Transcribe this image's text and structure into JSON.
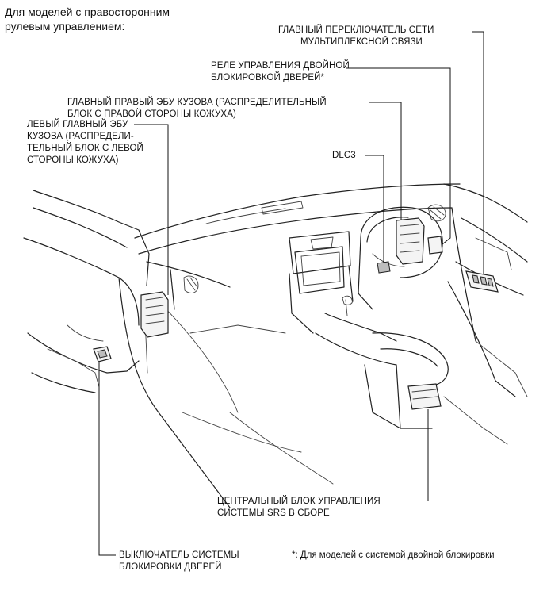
{
  "heading": {
    "line1": "Для моделей с правосторонним",
    "line2": "рулевым управлением:"
  },
  "labels": {
    "multiplex_switch": {
      "line1": "ГЛАВНЫЙ ПЕРЕКЛЮЧАТЕЛЬ СЕТИ",
      "line2": "МУЛЬТИПЛЕКСНОЙ СВЯЗИ"
    },
    "double_lock_relay": {
      "line1": "РЕЛЕ УПРАВЛЕНИЯ ДВОЙНОЙ",
      "line2": "БЛОКИРОВКОЙ ДВЕРЕЙ*"
    },
    "right_body_ecu": {
      "line1": "ГЛАВНЫЙ ПРАВЫЙ ЭБУ КУЗОВА (РАСПРЕДЕЛИТЕЛЬНЫЙ",
      "line2": "БЛОК С ПРАВОЙ СТОРОНЫ КОЖУХА)"
    },
    "left_body_ecu": {
      "line1": "ЛЕВЫЙ ГЛАВНЫЙ ЭБУ",
      "line2": "КУЗОВА (РАСПРЕДЕЛИ-",
      "line3": "ТЕЛЬНЫЙ БЛОК С ЛЕВОЙ",
      "line4": "СТОРОНЫ КОЖУХА)"
    },
    "dlc3": {
      "line1": "DLC3"
    },
    "srs_center": {
      "line1": "ЦЕНТРАЛЬНЫЙ БЛОК УПРАВЛЕНИЯ",
      "line2": "СИСТЕМЫ SRS В СБОРЕ"
    },
    "door_lock_switch": {
      "line1": "ВЫКЛЮЧАТЕЛЬ СИСТЕМЫ",
      "line2": "БЛОКИРОВКИ ДВЕРЕЙ"
    }
  },
  "footnote": "*: Для моделей с системой двойной блокировки"
}
